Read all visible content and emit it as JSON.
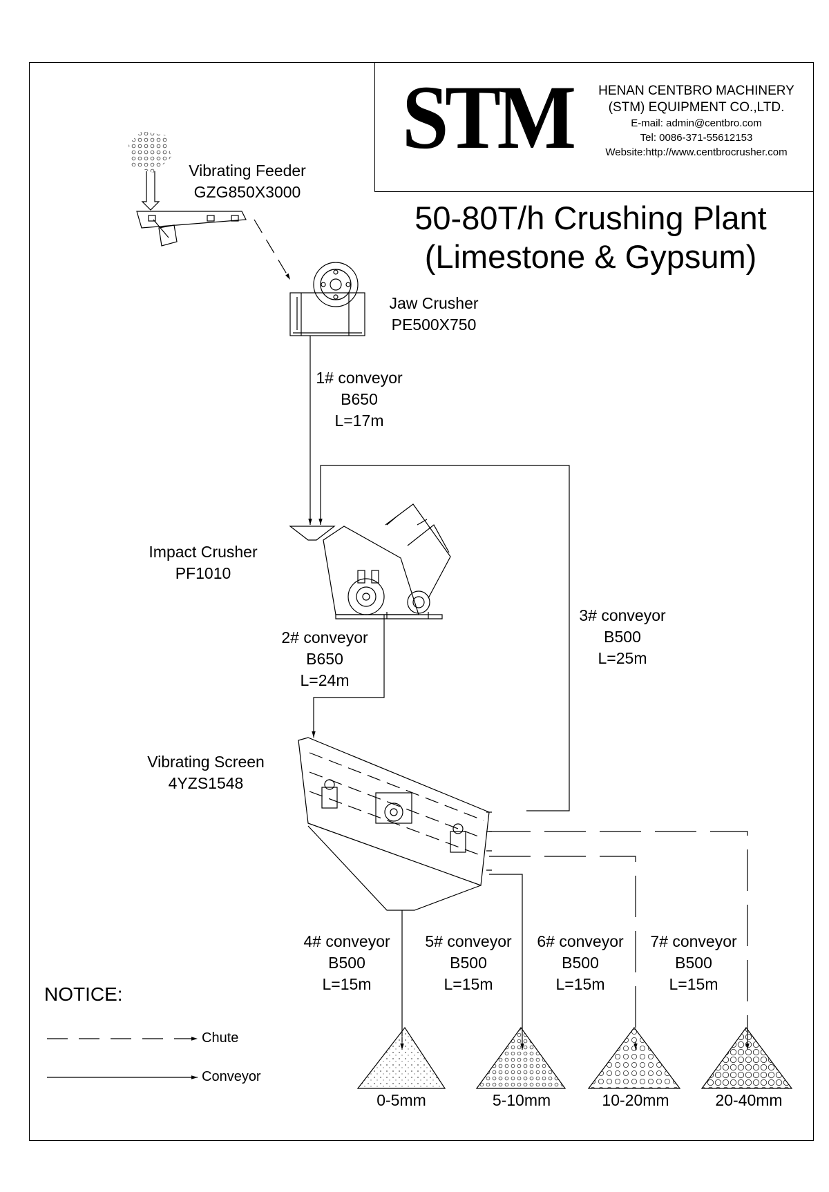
{
  "header": {
    "logo": "STM",
    "company_line1": "HENAN CENTBRO MACHINERY",
    "company_line2": "(STM) EQUIPMENT CO.,LTD.",
    "email": "E-mail:  admin@centbro.com",
    "tel": "Tel:  0086-371-55612153",
    "website": "Website:http://www.centbrocrusher.com"
  },
  "title": {
    "line1": "50-80T/h Crushing Plant",
    "line2": "(Limestone & Gypsum)"
  },
  "equipment": {
    "feeder": {
      "name": "Vibrating Feeder",
      "model": "GZG850X3000"
    },
    "jaw": {
      "name": "Jaw Crusher",
      "model": "PE500X750"
    },
    "impact": {
      "name": "Impact Crusher",
      "model": "PF1010"
    },
    "screen": {
      "name": "Vibrating Screen",
      "model": "4YZS1548"
    }
  },
  "conveyors": {
    "c1": {
      "name": "1# conveyor",
      "width": "B650",
      "length": "L=17m"
    },
    "c2": {
      "name": "2# conveyor",
      "width": "B650",
      "length": "L=24m"
    },
    "c3": {
      "name": "3# conveyor",
      "width": "B500",
      "length": "L=25m"
    },
    "c4": {
      "name": "4# conveyor",
      "width": "B500",
      "length": "L=15m"
    },
    "c5": {
      "name": "5# conveyor",
      "width": "B500",
      "length": "L=15m"
    },
    "c6": {
      "name": "6# conveyor",
      "width": "B500",
      "length": "L=15m"
    },
    "c7": {
      "name": "7# conveyor",
      "width": "B500",
      "length": "L=15m"
    }
  },
  "products": [
    "0-5mm",
    "5-10mm",
    "10-20mm",
    "20-40mm"
  ],
  "notice": {
    "title": "NOTICE:",
    "chute": "Chute",
    "conveyor": "Conveyor"
  }
}
